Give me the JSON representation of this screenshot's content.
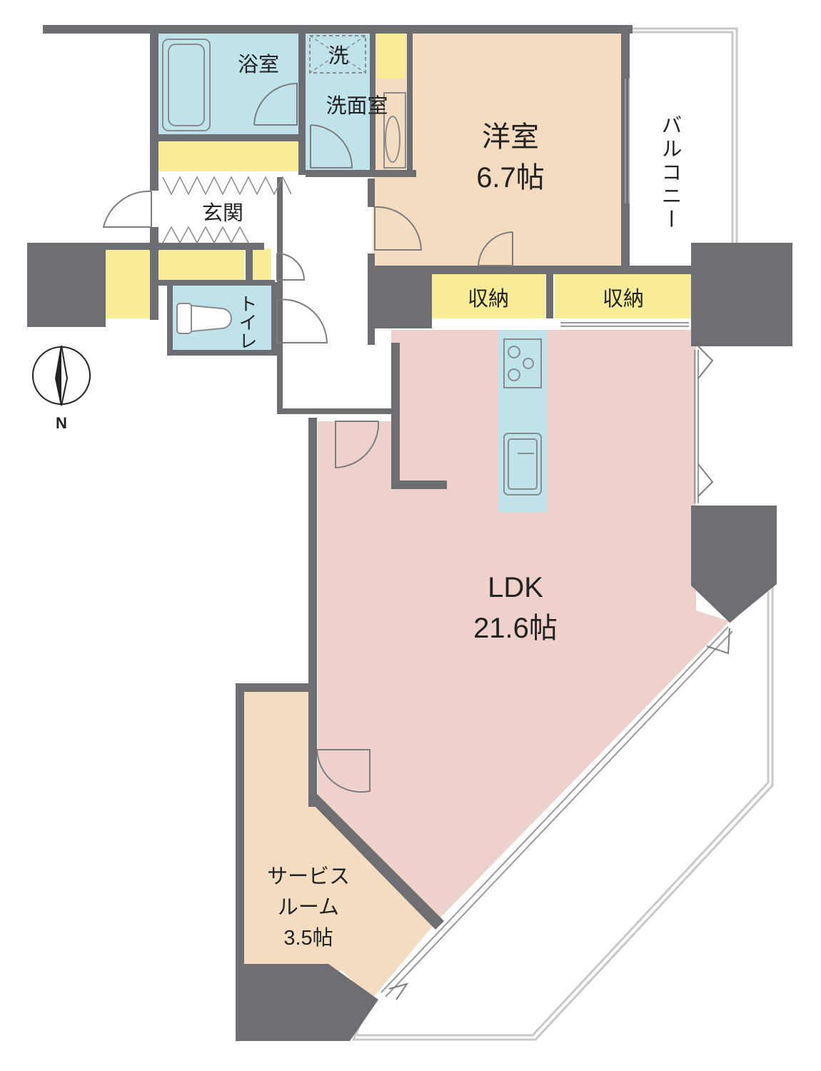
{
  "colors": {
    "wall": "#6d6e71",
    "wet_room": "#bfe3ea",
    "western_room": "#f4dcc0",
    "ldk": "#eed0cc",
    "storage": "#f8ec98",
    "kitchen": "#bfe3ea",
    "outline": "#c8c8c8"
  },
  "rooms": {
    "bath": "浴室",
    "laundry": "洗",
    "washroom": "洗面室",
    "western": {
      "name": "洋室",
      "size": "6.7帖"
    },
    "balcony": "バルコニー",
    "entrance": "玄関",
    "storage_left": "収納",
    "storage_right": "収納",
    "toilet": "トイレ",
    "ldk": {
      "name": "LDK",
      "size": "21.6帖"
    },
    "service": {
      "line1": "サービス",
      "line2": "ルーム",
      "size": "3.5帖"
    }
  },
  "compass": {
    "label": "N",
    "icon": "north-arrow-icon"
  }
}
